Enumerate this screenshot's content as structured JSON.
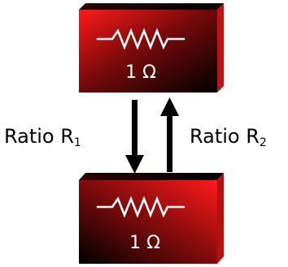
{
  "resistor_top": {
    "value": "1 Ω"
  },
  "resistor_bottom": {
    "value": "1 Ω"
  },
  "ratio_left": {
    "text": "Ratio R",
    "subscript": "1"
  },
  "ratio_right": {
    "text": "Ratio R",
    "subscript": "2"
  },
  "colors": {
    "box_red": "#ff1a1a",
    "box_dark": "#000000",
    "arrow": "#000000",
    "symbol": "#ffffff"
  }
}
